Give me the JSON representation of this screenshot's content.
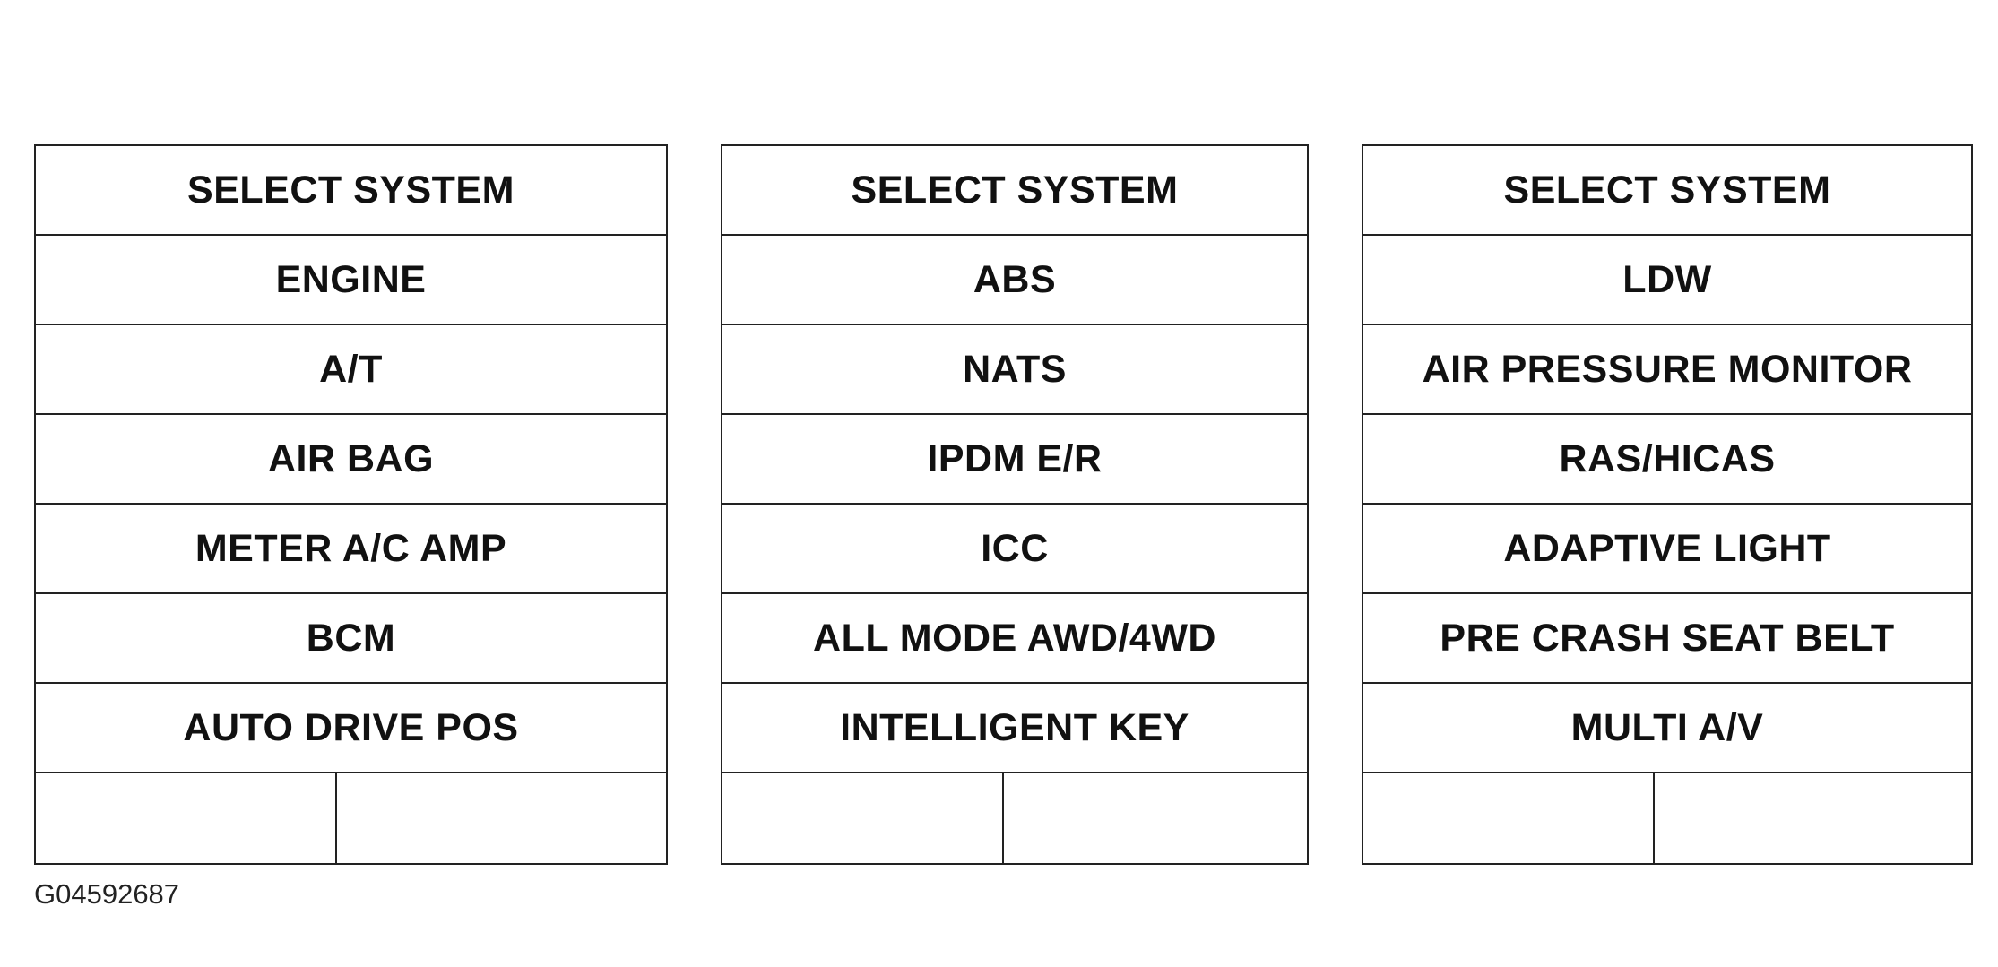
{
  "screens": [
    {
      "title": "SELECT SYSTEM",
      "items": [
        "ENGINE",
        "A/T",
        "AIR BAG",
        "METER A/C AMP",
        "BCM",
        "AUTO DRIVE POS"
      ]
    },
    {
      "title": "SELECT SYSTEM",
      "items": [
        "ABS",
        "NATS",
        "IPDM E/R",
        "ICC",
        "ALL MODE AWD/4WD",
        "INTELLIGENT KEY"
      ]
    },
    {
      "title": "SELECT SYSTEM",
      "items": [
        "LDW",
        "AIR PRESSURE MONITOR",
        "RAS/HICAS",
        "ADAPTIVE LIGHT",
        "PRE CRASH SEAT BELT",
        "MULTI A/V"
      ]
    }
  ],
  "figure_id": "G04592687"
}
